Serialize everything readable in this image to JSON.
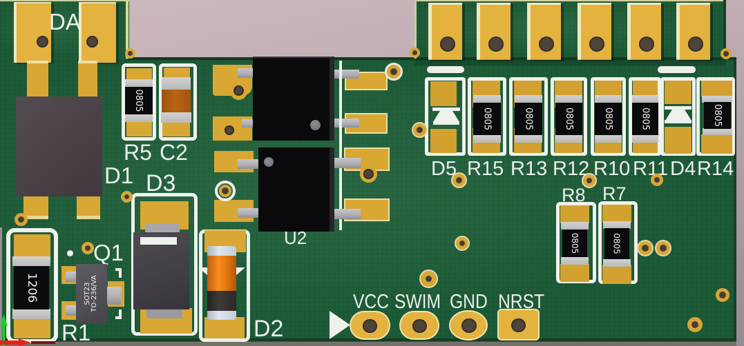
{
  "view": {
    "description": "3D rendered view of a green printed circuit board (ST-Link/SWIM programmer adapter) on a mauve background",
    "background_color": "#b7a4ab",
    "board_color": "#226841",
    "pad_color": "#d9a733",
    "silkscreen_color": "#eff1ec",
    "axis_indicator": {
      "x_color": "#e3231a",
      "y_color": "#13d426"
    }
  },
  "labels": {
    "da": "DA",
    "r5": "R5",
    "c2": "C2",
    "d1": "D1",
    "d3": "D3",
    "q1": "Q1",
    "r1": "R1",
    "d2": "D2",
    "u2": "U2",
    "d5": "D5",
    "r15": "R15",
    "r13": "R13",
    "r12": "R12",
    "r10": "R10",
    "r11": "R11",
    "d4": "D4",
    "r14": "R14",
    "r8": "R8",
    "r7": "R7"
  },
  "pins": {
    "vcc": "VCC",
    "swim": "SWIM",
    "gnd": "GND",
    "nrst": "NRST"
  },
  "markings": {
    "r0805": "0805",
    "r1206": "1206",
    "q1_line1": "SOT23",
    "q1_line2": "TO-236/VA"
  }
}
